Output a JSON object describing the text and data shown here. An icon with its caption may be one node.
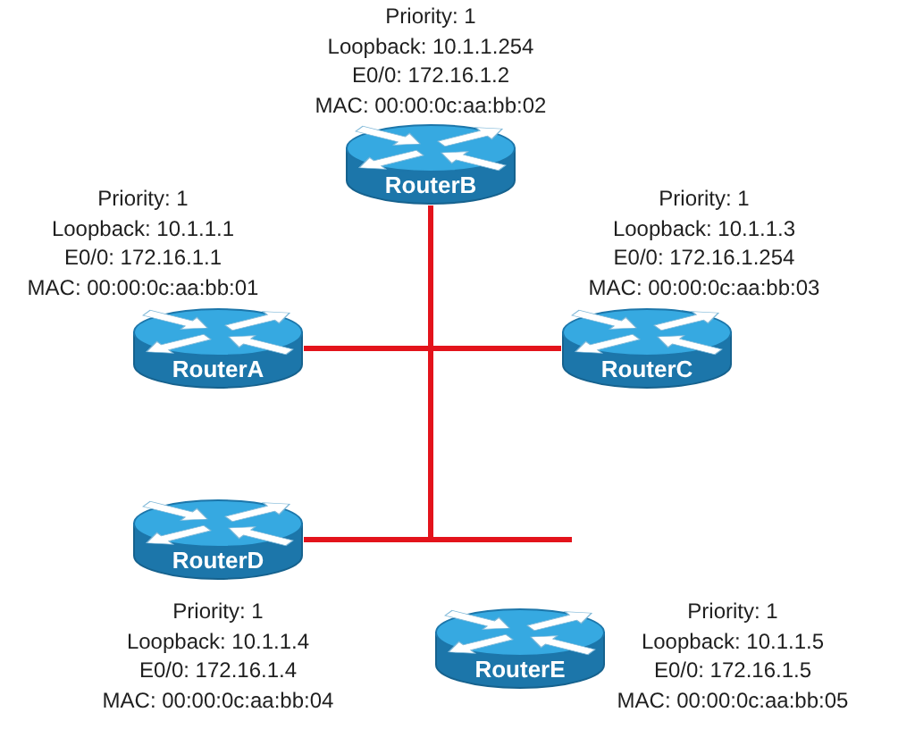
{
  "diagram": {
    "nodes": [
      {
        "text": [
          "RouterB"
        ],
        "beside": [
          "Priority: 1",
          "Loopback: 10.1.1.254",
          "E0/0: 172.16.1.2",
          "MAC: 00:00:0c:aa:bb:02"
        ]
      },
      {
        "text": [
          "RouterA"
        ],
        "beside": [
          "Priority: 1",
          "Loopback: 10.1.1.1",
          "E0/0: 172.16.1.1",
          "MAC: 00:00:0c:aa:bb:01"
        ]
      },
      {
        "text": [
          "RouterC"
        ],
        "beside": [
          "Priority: 1",
          "Loopback: 10.1.1.3",
          "E0/0: 172.16.1.254",
          "MAC: 00:00:0c:aa:bb:03"
        ]
      },
      {
        "text": [
          "RouterD"
        ],
        "beside": [
          "Priority: 1",
          "Loopback: 10.1.1.4",
          "E0/0: 172.16.1.4",
          "MAC: 00:00:0c:aa:bb:04"
        ]
      },
      {
        "text": [
          "RouterE"
        ],
        "beside": [
          "Priority: 1",
          "Loopback: 10.1.1.5",
          "E0/0: 172.16.1.5",
          "MAC: 00:00:0c:aa:bb:05"
        ]
      }
    ],
    "edges": [
      {
        "from": 1,
        "to": 2,
        "arrow": "none"
      },
      {
        "from": 0,
        "to": 3,
        "arrow": "none"
      },
      {
        "from": 3,
        "to": null,
        "arrow": "none"
      }
    ]
  }
}
